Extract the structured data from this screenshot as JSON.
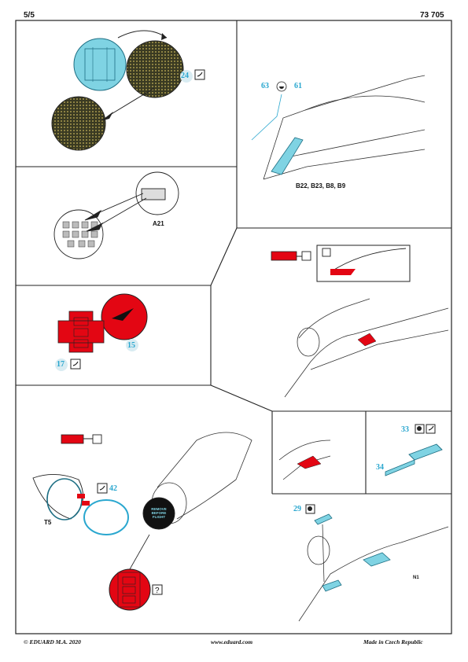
{
  "header": {
    "page": "5/5",
    "code": "73 705"
  },
  "footer": {
    "copyright": "© EDUARD  M.A. 2020",
    "website": "www.eduard.com",
    "origin": "Made in Czech Republic"
  },
  "colors": {
    "photoetch_blue": "#7fd3e3",
    "paint_red": "#e30613",
    "callout_blue": "#2aa7cf",
    "brass": "#3a3a22"
  },
  "panels": {
    "p1": {
      "part": "24"
    },
    "p2": {
      "parts": [
        "63",
        "61"
      ],
      "kit_parts": "B22, B23, B8, B9"
    },
    "p3": {
      "kit_part": "A21"
    },
    "p5": {
      "parts": [
        "17",
        "15"
      ]
    },
    "p6": {
      "parts": [
        "42"
      ],
      "label": "T5",
      "plug_text": "REMOVE BEFORE FLIGHT"
    },
    "p8": {
      "parts": [
        "33",
        "34"
      ]
    },
    "p9": {
      "parts": [
        "29"
      ],
      "label": "N1"
    }
  }
}
